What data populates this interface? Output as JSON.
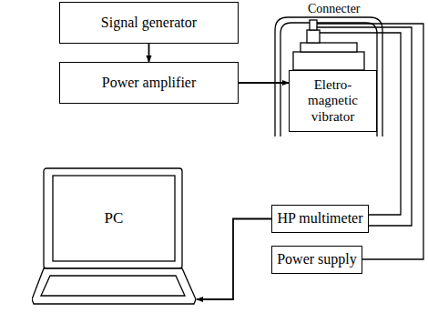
{
  "diagram": {
    "nodes": [
      {
        "text": [
          "Signal generator"
        ]
      },
      {
        "text": [
          "Power amplifier"
        ]
      },
      {
        "text": [
          "Eletro- magnetic vibrator"
        ]
      },
      {
        "text": [
          "PC"
        ]
      },
      {
        "text": [
          "HP multimeter"
        ]
      },
      {
        "text": [
          "Power supply"
        ]
      }
    ],
    "edges": [
      {
        "from": 0,
        "to": 1,
        "arrow": "to"
      },
      {
        "from": 1,
        "to": 2,
        "arrow": "to"
      },
      {
        "from": 4,
        "to": 3,
        "arrow": "to"
      }
    ],
    "labels": [
      "Connecter"
    ]
  }
}
